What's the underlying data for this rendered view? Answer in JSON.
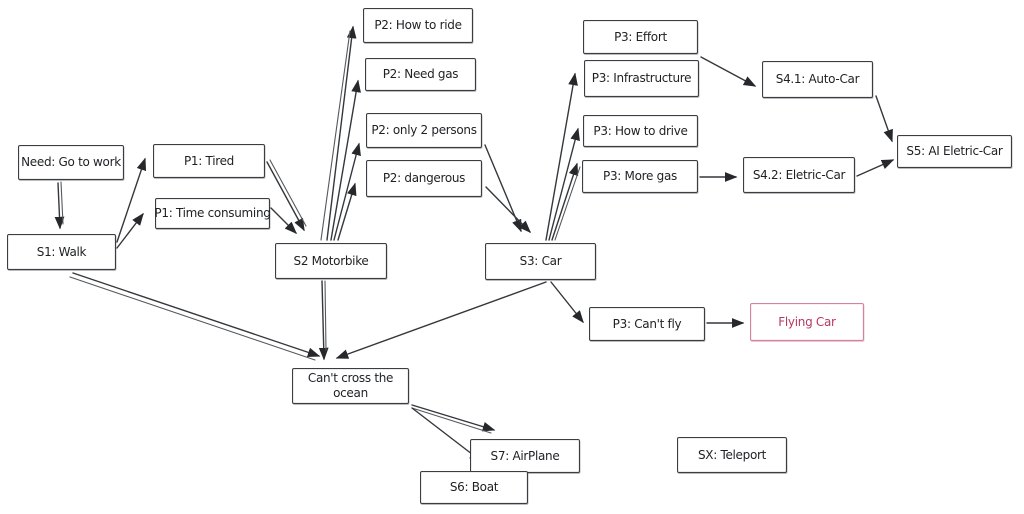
{
  "diagram": {
    "background_color": "#ffffff",
    "stroke_color": "#34373b",
    "highlight_color": "#b8395f",
    "nodes": [
      {
        "id": "need",
        "label": "Need: Go to work"
      },
      {
        "id": "p1-tired",
        "label": "P1: Tired"
      },
      {
        "id": "p1-time",
        "label": "P1: Time consuming"
      },
      {
        "id": "s1",
        "label": "S1: Walk"
      },
      {
        "id": "p2-ride",
        "label": "P2: How to ride"
      },
      {
        "id": "p2-gas",
        "label": "P2: Need gas"
      },
      {
        "id": "p2-persons",
        "label": "P2: only 2 persons"
      },
      {
        "id": "p2-danger",
        "label": "P2: dangerous"
      },
      {
        "id": "s2",
        "label": "S2 Motorbike"
      },
      {
        "id": "s3",
        "label": "S3: Car"
      },
      {
        "id": "p3-effort",
        "label": "P3: Effort"
      },
      {
        "id": "p3-infra",
        "label": "P3: Infrastructure"
      },
      {
        "id": "p3-drive",
        "label": "P3: How to drive"
      },
      {
        "id": "p3-gas",
        "label": "P3: More gas"
      },
      {
        "id": "s41",
        "label": "S4.1: Auto-Car"
      },
      {
        "id": "s42",
        "label": "S4.2: Eletric-Car"
      },
      {
        "id": "s5",
        "label": "S5: AI Eletric-Car"
      },
      {
        "id": "p3-fly",
        "label": "P3: Can't fly"
      },
      {
        "id": "flying-car",
        "label": "Flying Car",
        "color": "#b8395f"
      },
      {
        "id": "ocean",
        "label": "Can't cross the ocean"
      },
      {
        "id": "s7",
        "label": "S7: AirPlane"
      },
      {
        "id": "s6",
        "label": "S6: Boat"
      },
      {
        "id": "sx",
        "label": "SX: Teleport"
      }
    ],
    "edges": [
      {
        "from": "need",
        "to": "s1"
      },
      {
        "from": "s1",
        "to": "p1-tired"
      },
      {
        "from": "s1",
        "to": "p1-time"
      },
      {
        "from": "p1-tired",
        "to": "s2"
      },
      {
        "from": "p1-time",
        "to": "s2"
      },
      {
        "from": "s2",
        "to": "p2-ride"
      },
      {
        "from": "s2",
        "to": "p2-gas"
      },
      {
        "from": "s2",
        "to": "p2-persons"
      },
      {
        "from": "s2",
        "to": "p2-danger"
      },
      {
        "from": "p2-persons",
        "to": "s3"
      },
      {
        "from": "p2-danger",
        "to": "s3"
      },
      {
        "from": "s3",
        "to": "p3-infra"
      },
      {
        "from": "s3",
        "to": "p3-drive"
      },
      {
        "from": "s3",
        "to": "p3-gas"
      },
      {
        "from": "p3-effort",
        "to": "s41"
      },
      {
        "from": "p3-gas",
        "to": "s42"
      },
      {
        "from": "s41",
        "to": "s5"
      },
      {
        "from": "s42",
        "to": "s5"
      },
      {
        "from": "s3",
        "to": "p3-fly"
      },
      {
        "from": "p3-fly",
        "to": "flying-car"
      },
      {
        "from": "s1",
        "to": "ocean"
      },
      {
        "from": "s2",
        "to": "ocean"
      },
      {
        "from": "s3",
        "to": "ocean"
      },
      {
        "from": "ocean",
        "to": "s7"
      },
      {
        "from": "ocean",
        "to": "s6"
      }
    ]
  }
}
